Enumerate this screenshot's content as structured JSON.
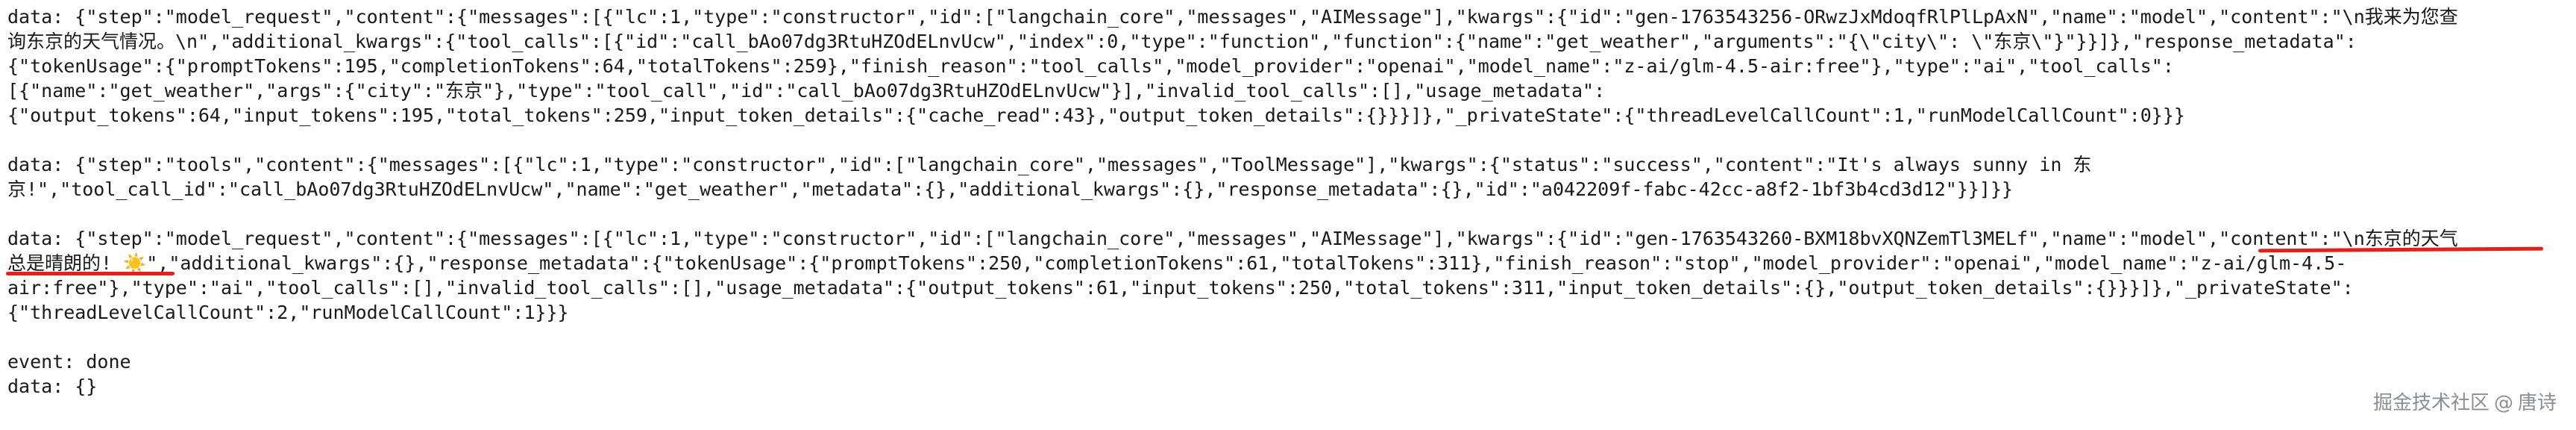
{
  "stream": {
    "lines": [
      "data: {\"step\":\"model_request\",\"content\":{\"messages\":[{\"lc\":1,\"type\":\"constructor\",\"id\":[\"langchain_core\",\"messages\",\"AIMessage\"],\"kwargs\":{\"id\":\"gen-1763543256-ORwzJxMdoqfRlPlLpAxN\",\"name\":\"model\",\"content\":\"\\n我来为您查",
      "询东京的天气情况。\\n\",\"additional_kwargs\":{\"tool_calls\":[{\"id\":\"call_bAo07dg3RtuHZOdELnvUcw\",\"index\":0,\"type\":\"function\",\"function\":{\"name\":\"get_weather\",\"arguments\":\"{\\\"city\\\": \\\"东京\\\"}\"}}]},\"response_metadata\":",
      "{\"tokenUsage\":{\"promptTokens\":195,\"completionTokens\":64,\"totalTokens\":259},\"finish_reason\":\"tool_calls\",\"model_provider\":\"openai\",\"model_name\":\"z-ai/glm-4.5-air:free\"},\"type\":\"ai\",\"tool_calls\":",
      "[{\"name\":\"get_weather\",\"args\":{\"city\":\"东京\"},\"type\":\"tool_call\",\"id\":\"call_bAo07dg3RtuHZOdELnvUcw\"}],\"invalid_tool_calls\":[],\"usage_metadata\":",
      "{\"output_tokens\":64,\"input_tokens\":195,\"total_tokens\":259,\"input_token_details\":{\"cache_read\":43},\"output_token_details\":{}}}]},\"_privateState\":{\"threadLevelCallCount\":1,\"runModelCallCount\":0}}}",
      "",
      "data: {\"step\":\"tools\",\"content\":{\"messages\":[{\"lc\":1,\"type\":\"constructor\",\"id\":[\"langchain_core\",\"messages\",\"ToolMessage\"],\"kwargs\":{\"status\":\"success\",\"content\":\"It's always sunny in 东",
      "京!\",\"tool_call_id\":\"call_bAo07dg3RtuHZOdELnvUcw\",\"name\":\"get_weather\",\"metadata\":{},\"additional_kwargs\":{},\"response_metadata\":{},\"id\":\"a042209f-fabc-42cc-a8f2-1bf3b4cd3d12\"}}]}}",
      "",
      "data: {\"step\":\"model_request\",\"content\":{\"messages\":[{\"lc\":1,\"type\":\"constructor\",\"id\":[\"langchain_core\",\"messages\",\"AIMessage\"],\"kwargs\":{\"id\":\"gen-1763543260-BXM18bvXQNZemTl3MELf\",\"name\":\"model\",\"content\":\"\\n东京的天气",
      "总是晴朗的! ☀️\",\"additional_kwargs\":{},\"response_metadata\":{\"tokenUsage\":{\"promptTokens\":250,\"completionTokens\":61,\"totalTokens\":311},\"finish_reason\":\"stop\",\"model_provider\":\"openai\",\"model_name\":\"z-ai/glm-4.5-",
      "air:free\"},\"type\":\"ai\",\"tool_calls\":[],\"invalid_tool_calls\":[],\"usage_metadata\":{\"output_tokens\":61,\"input_tokens\":250,\"total_tokens\":311,\"input_token_details\":{},\"output_token_details\":{}}}]},\"_privateState\":",
      "{\"threadLevelCallCount\":2,\"runModelCallCount\":1}}}",
      "",
      "event: done",
      "data: {}"
    ]
  },
  "watermark": {
    "site": "掘金技术社区",
    "separator": "@",
    "author": "唐诗"
  },
  "colors": {
    "annotation": "#e0221c",
    "text": "#1a1a1a",
    "watermark": "#8a8f96"
  }
}
